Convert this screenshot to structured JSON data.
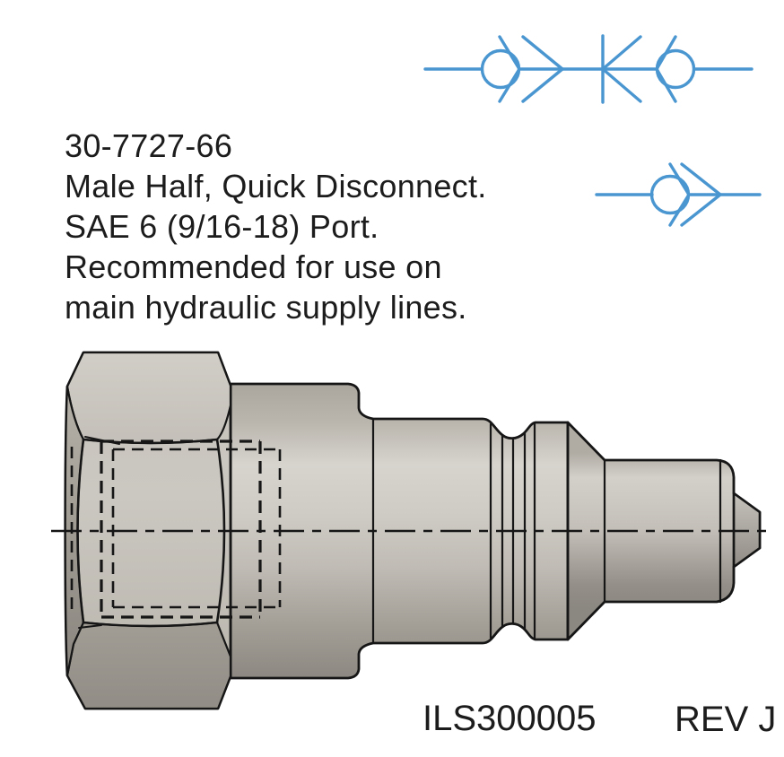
{
  "colors": {
    "background": "#ffffff",
    "schematic_blue": "#4a96d1",
    "outline_black": "#161616",
    "metal_highlight": "#d7d4ce",
    "metal_mid": "#c7c3bc",
    "metal_shadow": "#8b8780"
  },
  "part_info": {
    "lines": [
      "30-7727-66",
      "Male Half, Quick Disconnect.",
      "SAE 6 (9/16-18) Port.",
      "Recommended for use on",
      "main hydraulic supply lines."
    ]
  },
  "footer": {
    "document_number": "ILS300005",
    "revision": "REV J"
  },
  "symbols": {
    "coupled": "quick-disconnect-coupled-symbol",
    "male_half": "quick-disconnect-male-half-symbol"
  },
  "drawing": {
    "subject": "male-half-quick-disconnect-fitting"
  }
}
